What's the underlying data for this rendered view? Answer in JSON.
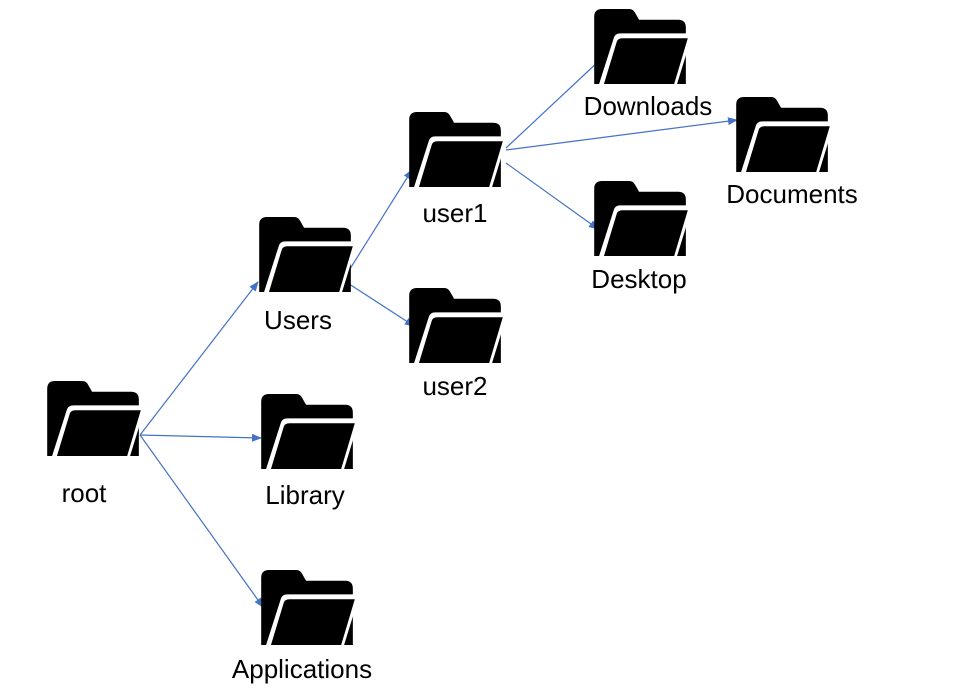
{
  "diagram": {
    "edge_color": "#4472C4",
    "folder_color": "#000000",
    "nodes": {
      "root": {
        "label": "root",
        "icon": "folder-icon"
      },
      "users": {
        "label": "Users",
        "icon": "folder-icon"
      },
      "library": {
        "label": "Library",
        "icon": "folder-icon"
      },
      "applications": {
        "label": "Applications",
        "icon": "folder-icon"
      },
      "user1": {
        "label": "user1",
        "icon": "folder-icon"
      },
      "user2": {
        "label": "user2",
        "icon": "folder-icon"
      },
      "downloads": {
        "label": "Downloads",
        "icon": "folder-icon"
      },
      "documents": {
        "label": "Documents",
        "icon": "folder-icon"
      },
      "desktop": {
        "label": "Desktop",
        "icon": "folder-icon"
      }
    },
    "edges": [
      {
        "from": "root",
        "to": "users"
      },
      {
        "from": "root",
        "to": "library"
      },
      {
        "from": "root",
        "to": "applications"
      },
      {
        "from": "users",
        "to": "user1"
      },
      {
        "from": "users",
        "to": "user2"
      },
      {
        "from": "user1",
        "to": "downloads"
      },
      {
        "from": "user1",
        "to": "documents"
      },
      {
        "from": "user1",
        "to": "desktop"
      }
    ]
  }
}
